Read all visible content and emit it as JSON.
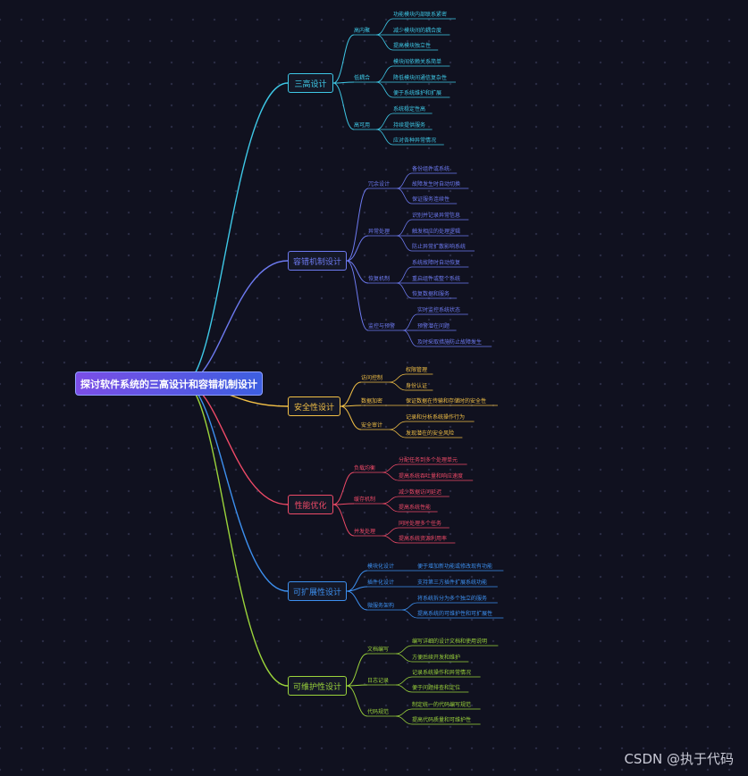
{
  "root": "探讨软件系统的三高设计和容错机制设计",
  "watermark": "CSDN @执于代码",
  "branches": [
    {
      "label": "三高设计",
      "color": "#3ec8e6",
      "subs": [
        {
          "label": "高内聚",
          "leaves": [
            "功能模块内部联系紧密",
            "减少模块间的耦合度",
            "提高模块独立性"
          ]
        },
        {
          "label": "低耦合",
          "leaves": [
            "模块间依赖关系简单",
            "降低模块间通信复杂性",
            "便于系统维护和扩展"
          ]
        },
        {
          "label": "高可用",
          "leaves": [
            "系统稳定性高",
            "持续提供服务",
            "应对各种异常情况"
          ]
        }
      ]
    },
    {
      "label": "容错机制设计",
      "color": "#6d7af0",
      "subs": [
        {
          "label": "冗余设计",
          "leaves": [
            "备份组件或系统",
            "故障发生时自动切换",
            "保证服务连续性"
          ]
        },
        {
          "label": "异常处理",
          "leaves": [
            "识别并记录异常信息",
            "触发相应的处理逻辑",
            "防止异常扩散影响系统"
          ]
        },
        {
          "label": "恢复机制",
          "leaves": [
            "系统故障时自动恢复",
            "重启组件或整个系统",
            "恢复数据和服务"
          ]
        },
        {
          "label": "监控与预警",
          "leaves": [
            "实时监控系统状态",
            "预警潜在问题",
            "及时采取措施防止故障发生"
          ]
        }
      ]
    },
    {
      "label": "安全性设计",
      "color": "#f2c046",
      "subs": [
        {
          "label": "访问控制",
          "leaves": [
            "权限管理",
            "身份认证"
          ]
        },
        {
          "label": "数据加密",
          "leaves": [
            "保证数据在传输和存储时的安全性"
          ]
        },
        {
          "label": "安全审计",
          "leaves": [
            "记录和分析系统操作行为",
            "发现潜在的安全风险"
          ]
        }
      ]
    },
    {
      "label": "性能优化",
      "color": "#ee4a67",
      "subs": [
        {
          "label": "负载均衡",
          "leaves": [
            "分配任务到多个处理单元",
            "提高系统吞吐量和响应速度"
          ]
        },
        {
          "label": "缓存机制",
          "leaves": [
            "减少数据访问延迟",
            "提高系统性能"
          ]
        },
        {
          "label": "并发处理",
          "leaves": [
            "同时处理多个任务",
            "提高系统资源利用率"
          ]
        }
      ]
    },
    {
      "label": "可扩展性设计",
      "color": "#3d90f0",
      "subs": [
        {
          "label": "模块化设计",
          "leaves": [
            "便于增加新功能或修改现有功能"
          ]
        },
        {
          "label": "插件化设计",
          "leaves": [
            "支持第三方插件扩展系统功能"
          ]
        },
        {
          "label": "微服务架构",
          "leaves": [
            "将系统拆分为多个独立的服务",
            "提高系统的可维护性和可扩展性"
          ]
        }
      ]
    },
    {
      "label": "可维护性设计",
      "color": "#9bd43b",
      "subs": [
        {
          "label": "文档编写",
          "leaves": [
            "编写详细的设计文档和使用说明",
            "方便后续开发和维护"
          ]
        },
        {
          "label": "日志记录",
          "leaves": [
            "记录系统操作和异常情况",
            "便于问题排查和定位"
          ]
        },
        {
          "label": "代码规范",
          "leaves": [
            "制定统一的代码编写规范",
            "提高代码质量和可维护性"
          ]
        }
      ]
    }
  ]
}
